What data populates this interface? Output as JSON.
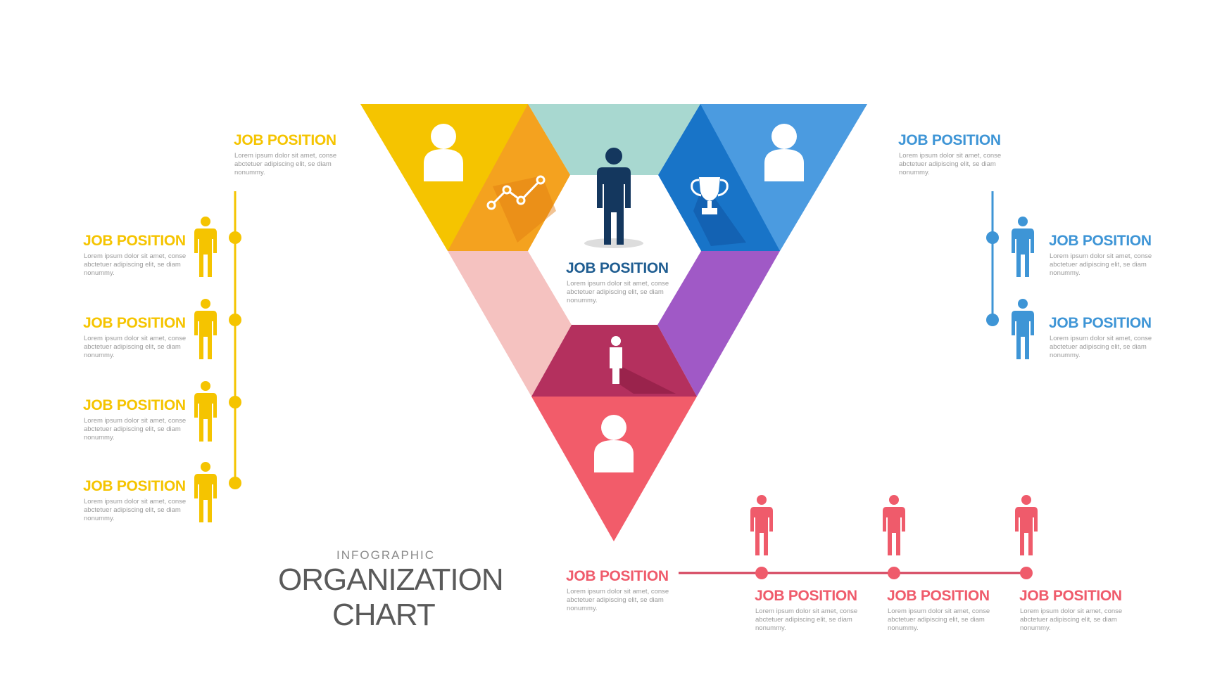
{
  "colors": {
    "yellow": "#F5C400",
    "orange": "#F4A21F",
    "teal": "#A8D8D0",
    "dark_blue": "#1874C8",
    "blue": "#4B9BE0",
    "pink_light": "#F5C2C0",
    "purple": "#A059C6",
    "magenta": "#B4305E",
    "red": "#F25C6A",
    "navy": "#14375E",
    "label_yellow": "#F5C400",
    "label_blue": "#3E95D6",
    "label_red": "#EF5B6B",
    "label_navy": "#1F5D91"
  },
  "title": {
    "kicker": "INFOGRAPHIC",
    "line1": "ORGANIZATION",
    "line2": "CHART"
  },
  "center": {
    "label": "JOB POSITION",
    "desc": [
      "Lorem ipsum dolor sit amet, conse",
      "abctetuer adipiscing elit, se diam",
      "nonummy."
    ]
  },
  "yellow_group": {
    "head": {
      "label": "JOB POSITION",
      "desc": [
        "Lorem ipsum dolor sit amet, conse",
        "abctetuer adipiscing elit, se diam",
        "nonummy."
      ]
    },
    "members": [
      {
        "label": "JOB POSITION",
        "desc": [
          "Lorem ipsum dolor sit amet, conse",
          "abctetuer adipiscing elit, se diam",
          "nonummy."
        ]
      },
      {
        "label": "JOB POSITION",
        "desc": [
          "Lorem ipsum dolor sit amet, conse",
          "abctetuer adipiscing elit, se diam",
          "nonummy."
        ]
      },
      {
        "label": "JOB POSITION",
        "desc": [
          "Lorem ipsum dolor sit amet, conse",
          "abctetuer adipiscing elit, se diam",
          "nonummy."
        ]
      },
      {
        "label": "JOB POSITION",
        "desc": [
          "Lorem ipsum dolor sit amet, conse",
          "abctetuer adipiscing elit, se diam",
          "nonummy."
        ]
      }
    ]
  },
  "blue_group": {
    "head": {
      "label": "JOB POSITION",
      "desc": [
        "Lorem ipsum dolor sit amet, conse",
        "abctetuer adipiscing elit, se diam",
        "nonummy."
      ]
    },
    "members": [
      {
        "label": "JOB POSITION",
        "desc": [
          "Lorem ipsum dolor sit amet, conse",
          "abctetuer adipiscing elit, se diam",
          "nonummy."
        ]
      },
      {
        "label": "JOB POSITION",
        "desc": [
          "Lorem ipsum dolor sit amet, conse",
          "abctetuer adipiscing elit, se diam",
          "nonummy."
        ]
      }
    ]
  },
  "red_group": {
    "head": {
      "label": "JOB POSITION",
      "desc": [
        "Lorem ipsum dolor sit amet, conse",
        "abctetuer adipiscing elit, se diam",
        "nonummy."
      ]
    },
    "members": [
      {
        "label": "JOB POSITION",
        "desc": [
          "Lorem ipsum dolor sit amet, conse",
          "abctetuer adipiscing elit, se diam",
          "nonummy."
        ]
      },
      {
        "label": "JOB POSITION",
        "desc": [
          "Lorem ipsum dolor sit amet, conse",
          "abctetuer adipiscing elit, se diam",
          "nonummy."
        ]
      },
      {
        "label": "JOB POSITION",
        "desc": [
          "Lorem ipsum dolor sit amet, conse",
          "abctetuer adipiscing elit, se diam",
          "nonummy."
        ]
      }
    ]
  },
  "icons": {
    "chart": "line-chart-icon",
    "trophy": "trophy-icon",
    "person": "person-icon",
    "bust": "person-bust-icon"
  }
}
